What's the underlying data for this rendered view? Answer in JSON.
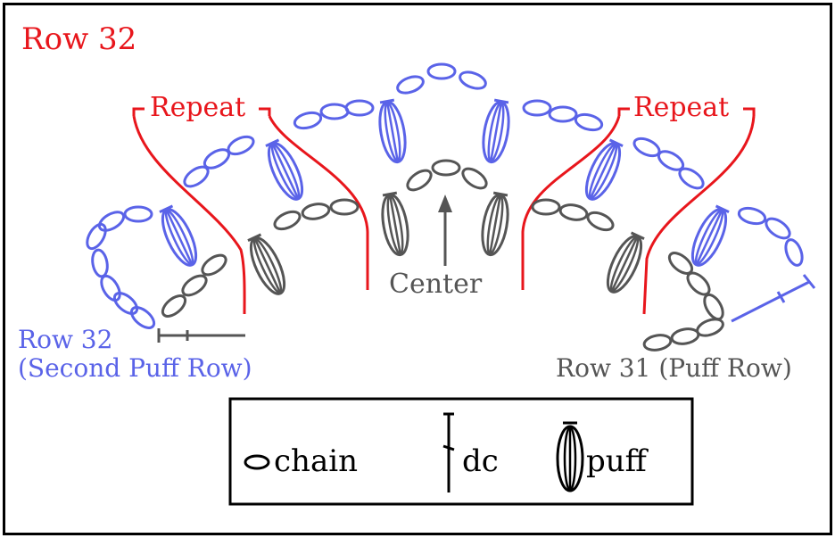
{
  "title": "Row 32",
  "labels": {
    "repeat_left": "Repeat",
    "repeat_right": "Repeat",
    "center": "Center",
    "row32_line1": "Row 32",
    "row32_line2": "(Second Puff Row)",
    "row31": "Row 31 (Puff Row)"
  },
  "legend": {
    "chain": "chain",
    "dc": "dc",
    "puff": "puff"
  },
  "colors": {
    "title_red": "#e8161c",
    "repeat_red": "#e8161c",
    "row32_blue": "#5a63e8",
    "row31_gray": "#555555",
    "legend_black": "#000000"
  },
  "icons": [
    "chain-icon",
    "dc-icon",
    "puff-icon",
    "center-arrow-icon"
  ]
}
